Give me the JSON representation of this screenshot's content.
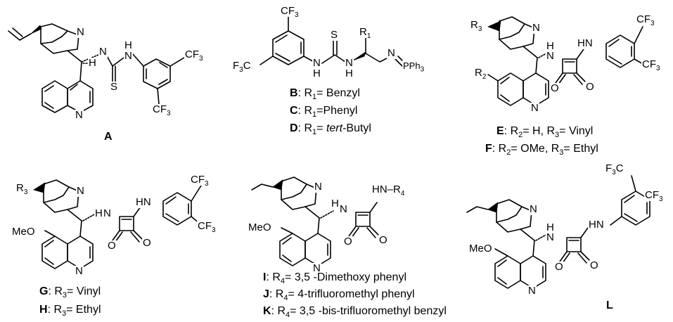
{
  "atoms": {
    "N": "N",
    "H": "H",
    "S": "S",
    "O": "O",
    "HN": "HN",
    "NH": "NH",
    "CF3": "CF",
    "three": "3",
    "F3C": "F",
    "three_c": "3",
    "C_after": "C",
    "R": "R",
    "one": "1",
    "two": "2",
    "three_r": "3",
    "four": "4",
    "PPh": "PPh",
    "MeO": "MeO",
    "HN_R": "HN–R"
  },
  "compounds": [
    {
      "id": "A",
      "label": "A"
    },
    {
      "id": "B",
      "label": "B",
      "substituent": "R",
      "index": "1",
      "text": "= Benzyl"
    },
    {
      "id": "C",
      "label": "C",
      "substituent": "R",
      "index": "1",
      "text": "=Phenyl"
    },
    {
      "id": "D",
      "label": "D",
      "substituent": "R",
      "index": "1",
      "text_pre": "= ",
      "text_italic": "tert",
      "text_post": "-Butyl"
    },
    {
      "id": "E",
      "label": "E",
      "r2": "R",
      "r2_index": "2",
      "r2_text": "= H, ",
      "r3": "R",
      "r3_index": "3",
      "r3_text": "= Vinyl"
    },
    {
      "id": "F",
      "label": "F",
      "r2": "R",
      "r2_index": "2",
      "r2_text": "= OMe, ",
      "r3": "R",
      "r3_index": "3",
      "r3_text": "= Ethyl"
    },
    {
      "id": "G",
      "label": "G",
      "r3": "R",
      "r3_index": "3",
      "r3_text": "= Vinyl"
    },
    {
      "id": "H",
      "label": "H",
      "r3": "R",
      "r3_index": "3",
      "r3_text": "= Ethyl"
    },
    {
      "id": "I",
      "label": "I",
      "r4": "R",
      "r4_index": "4",
      "r4_text": "= 3,5 -Dimethoxy phenyl"
    },
    {
      "id": "J",
      "label": "J",
      "r4": "R",
      "r4_index": "4",
      "r4_text": "= 4-trifluoromethyl phenyl"
    },
    {
      "id": "K",
      "label": "K",
      "r4": "R",
      "r4_index": "4",
      "r4_text": "= 3,5 -bis-trifluoromethyl benzyl"
    },
    {
      "id": "L",
      "label": "L"
    }
  ],
  "separator": ": "
}
